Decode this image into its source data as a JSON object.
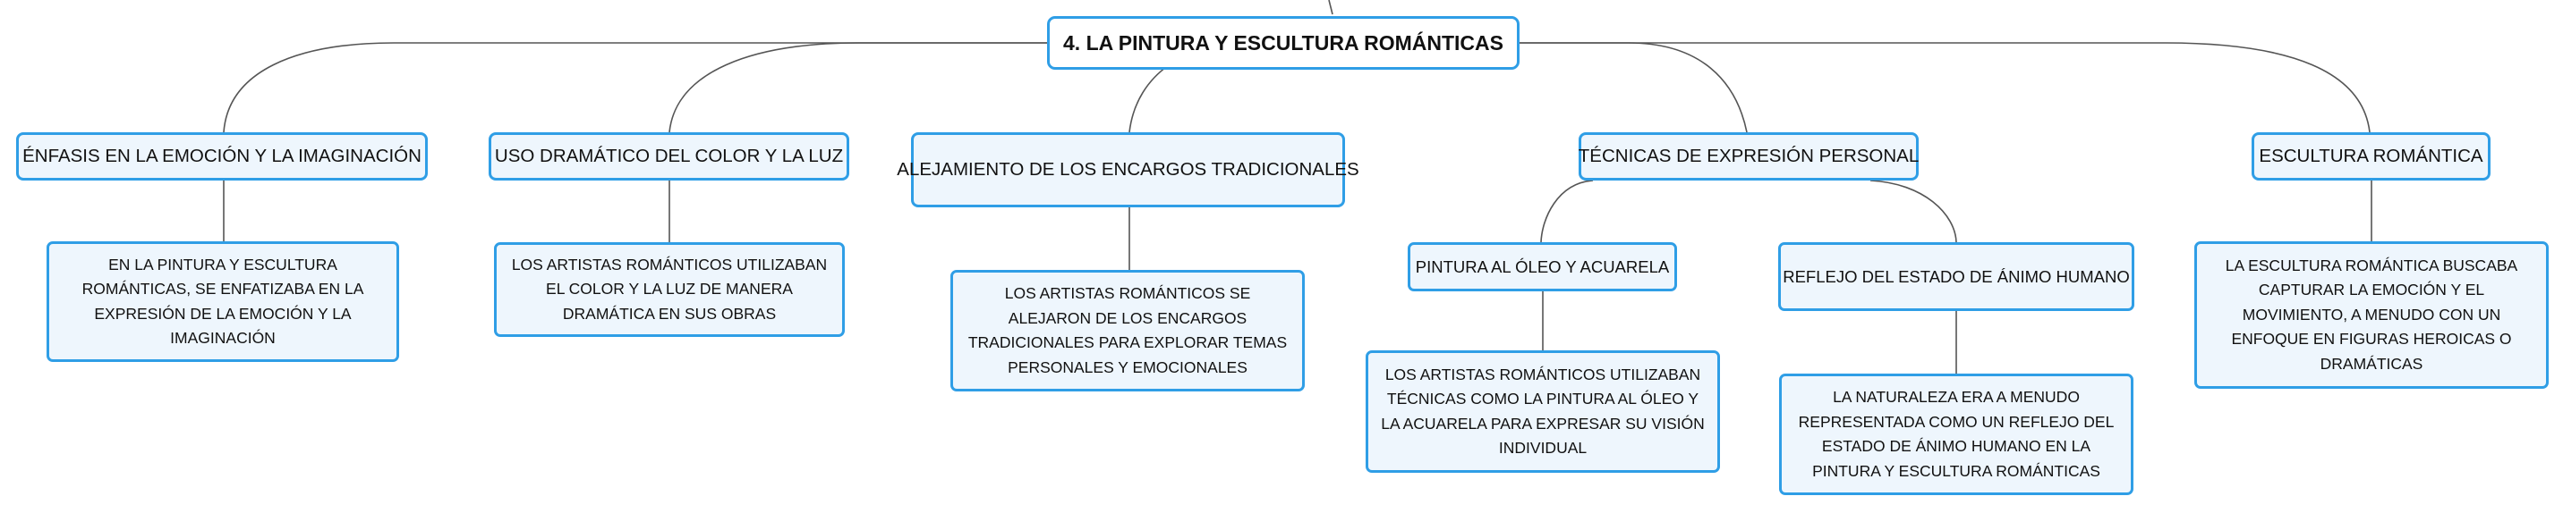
{
  "mindmap": {
    "root": "4. LA PINTURA Y ESCULTURA ROMÁNTICAS",
    "branches": [
      {
        "label": "ÉNFASIS EN LA EMOCIÓN Y LA IMAGINACIÓN",
        "detail": "EN LA PINTURA Y ESCULTURA ROMÁNTICAS, SE ENFATIZABA EN LA EXPRESIÓN DE LA EMOCIÓN Y LA IMAGINACIÓN"
      },
      {
        "label": "USO DRAMÁTICO DEL COLOR Y LA LUZ",
        "detail": "LOS ARTISTAS ROMÁNTICOS UTILIZABAN EL COLOR Y LA LUZ DE MANERA DRAMÁTICA EN SUS OBRAS"
      },
      {
        "label": "ALEJAMIENTO DE LOS ENCARGOS TRADICIONALES",
        "detail": "LOS ARTISTAS ROMÁNTICOS SE ALEJARON DE LOS ENCARGOS TRADICIONALES PARA EXPLORAR TEMAS PERSONALES Y EMOCIONALES"
      },
      {
        "label": "TÉCNICAS DE EXPRESIÓN PERSONAL",
        "children": [
          {
            "label": "PINTURA AL ÓLEO Y ACUARELA",
            "detail": "LOS ARTISTAS ROMÁNTICOS UTILIZABAN TÉCNICAS COMO LA PINTURA AL ÓLEO Y LA ACUARELA PARA EXPRESAR SU VISIÓN INDIVIDUAL"
          },
          {
            "label": "REFLEJO DEL ESTADO DE ÁNIMO HUMANO",
            "detail": "LA NATURALEZA ERA A MENUDO REPRESENTADA COMO UN REFLEJO DEL ESTADO DE ÁNIMO HUMANO EN LA PINTURA Y ESCULTURA ROMÁNTICAS"
          }
        ]
      },
      {
        "label": "ESCULTURA ROMÁNTICA",
        "detail": "LA ESCULTURA ROMÁNTICA BUSCABA CAPTURAR LA EMOCIÓN Y EL MOVIMIENTO, A MENUDO CON UN ENFOQUE EN FIGURAS HEROICAS O DRAMÁTICAS"
      }
    ]
  },
  "style": {
    "border_color": "#2f9ee6",
    "node_fill": "#eef6fd",
    "root_fill": "#ffffff",
    "connector_color": "#555555"
  }
}
